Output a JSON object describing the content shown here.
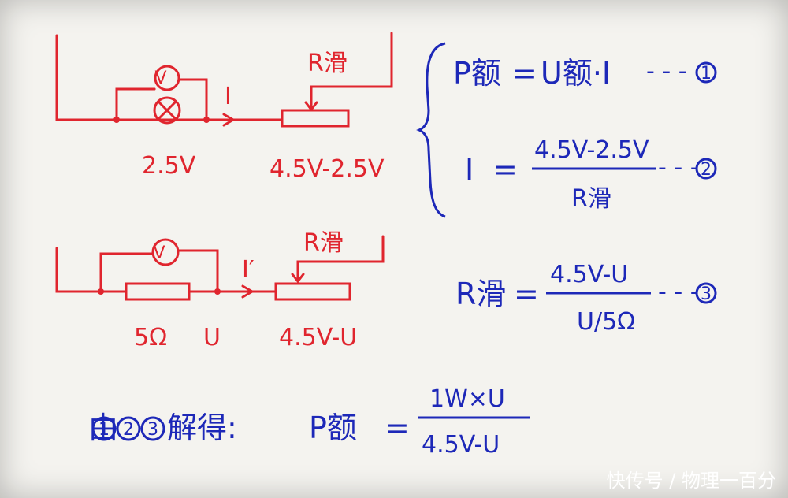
{
  "circuit1": {
    "voltmeter": "V",
    "current": "I",
    "rheostat": "R滑",
    "lamp_voltage": "2.5V",
    "rheostat_voltage": "4.5V-2.5V"
  },
  "circuit2": {
    "voltmeter": "V",
    "current": "I′",
    "rheostat": "R滑",
    "resistor": "5Ω",
    "resistor_voltage": "U",
    "rheostat_voltage": "4.5V-U"
  },
  "equations": {
    "eq1": {
      "lhs": "P额",
      "eq": "=",
      "rhs": "U额·I",
      "dash": "- - -",
      "marker": "1"
    },
    "eq2": {
      "lhs": "I",
      "eq": "=",
      "num": "4.5V-2.5V",
      "den": "R滑",
      "dash": "- - -",
      "marker": "2"
    },
    "eq3": {
      "lhs": "R滑",
      "eq": "=",
      "num": "4.5V-U",
      "den": "U/5Ω",
      "dash": "- - -",
      "marker": "3"
    }
  },
  "solution": {
    "prefix": "由",
    "m1": "1",
    "m2": "2",
    "m3": "3",
    "text": "解得:",
    "lhs": "P额",
    "eq": "=",
    "num": "1W×U",
    "den": "4.5V-U"
  },
  "watermark": "快传号 / 物理一百分",
  "colors": {
    "ink_red": "#e0252e",
    "ink_blue": "#1d28b8",
    "paper": "#f4f3ef"
  }
}
